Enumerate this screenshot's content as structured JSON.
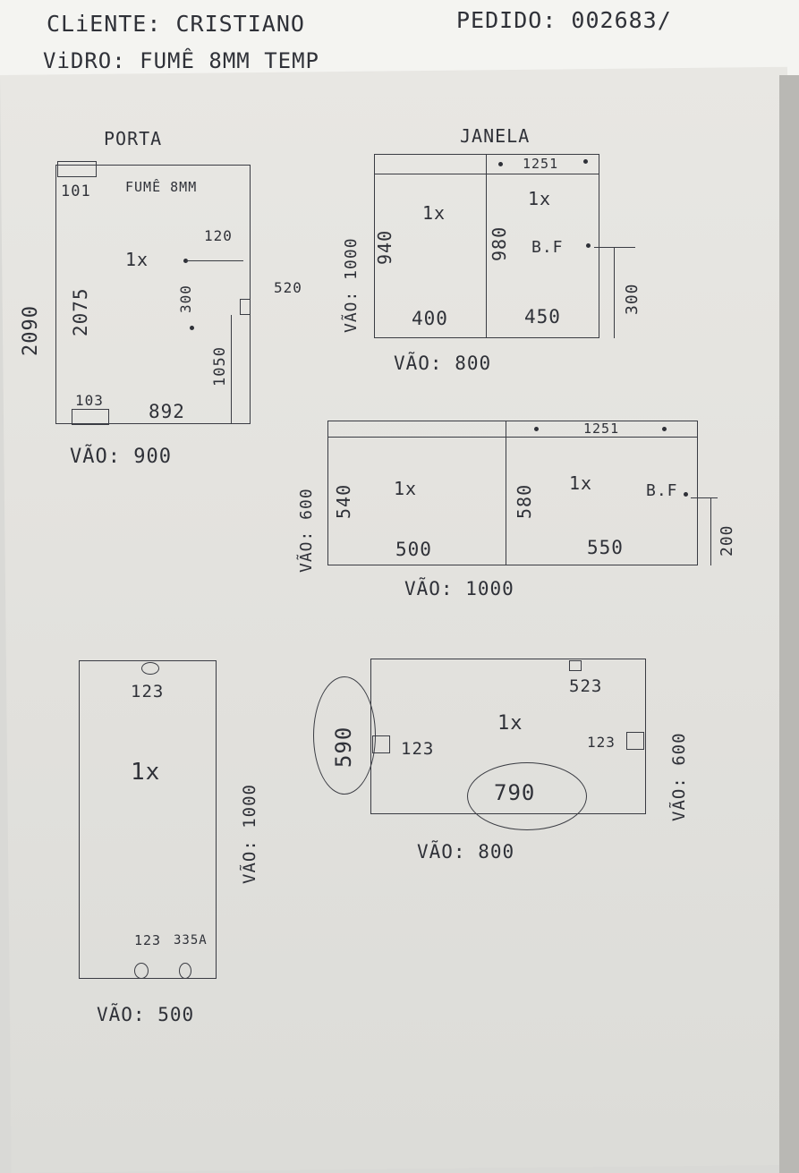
{
  "header": {
    "client_line": "CLiENTE: CRISTIANO",
    "order_line": "PEDIDO: 002683/",
    "glass_line": "ViDRO: FUMÊ 8MM TEMP"
  },
  "door": {
    "title": "PORTA",
    "note": "FUMÊ 8MM",
    "dim_top_corner": "101",
    "dim_bottom_corner": "103",
    "total_height": "2090",
    "height": "2075",
    "qty": "1x",
    "handle_offset": "120",
    "handle_spacing": "300",
    "hinge_height": "1050",
    "lock_note": "520",
    "width": "892",
    "opening": "VÃO: 900"
  },
  "window_1": {
    "title": "JANELA",
    "top_fitting": "1251",
    "left_height": "940",
    "right_height": "980",
    "left_qty": "1x",
    "right_qty": "1x",
    "bf_label": "B.F",
    "bf_height": "300",
    "left_width": "400",
    "right_width": "450",
    "opening_height": "VÃO: 1000",
    "opening_width": "VÃO: 800"
  },
  "window_2": {
    "top_fitting": "1251",
    "left_height": "540",
    "right_height": "580",
    "left_qty": "1x",
    "right_qty": "1x",
    "bf_label": "B.F",
    "bf_height": "200",
    "left_width": "500",
    "right_width": "550",
    "opening_height": "VÃO: 600",
    "opening_width": "VÃO: 1000"
  },
  "panel_tall": {
    "top_fitting": "123",
    "qty": "1x",
    "bottom_fitting_1": "123",
    "bottom_fitting_2": "335A",
    "opening_height": "VÃO: 1000",
    "opening_width": "VÃO: 500"
  },
  "panel_wide": {
    "top_fitting": "523",
    "left_fitting": "123",
    "right_fitting": "123",
    "qty": "1x",
    "height": "590",
    "width": "790",
    "opening_height": "VÃO: 600",
    "opening_width": "VÃO: 800"
  }
}
